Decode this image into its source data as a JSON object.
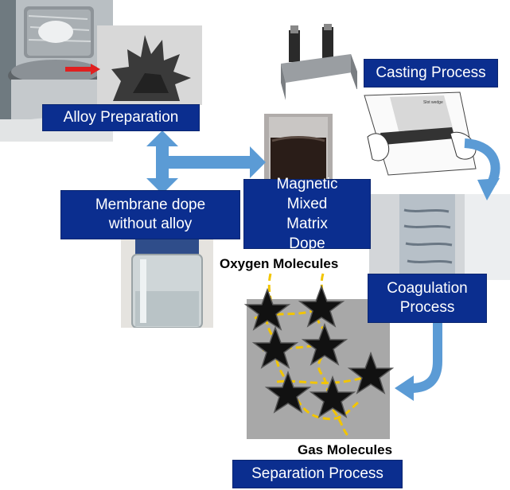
{
  "labels": {
    "alloy_preparation": "Alloy Preparation",
    "casting_process": "Casting Process",
    "membrane_dope": "Membrane dope without alloy",
    "magnetic_dope": "Magnetic Mixed Matrix Dope",
    "coagulation_process": "Coagulation Process",
    "separation_process": "Separation Process",
    "oxygen_molecules": "Oxygen Molecules",
    "gas_molecules": "Gas Molecules"
  },
  "colors": {
    "label_bg": "#0b2e8f",
    "arrow": "#5b9bd5",
    "path": "#f2c500",
    "star_fill": "#111111",
    "separation_bg": "#a8a8a8"
  }
}
